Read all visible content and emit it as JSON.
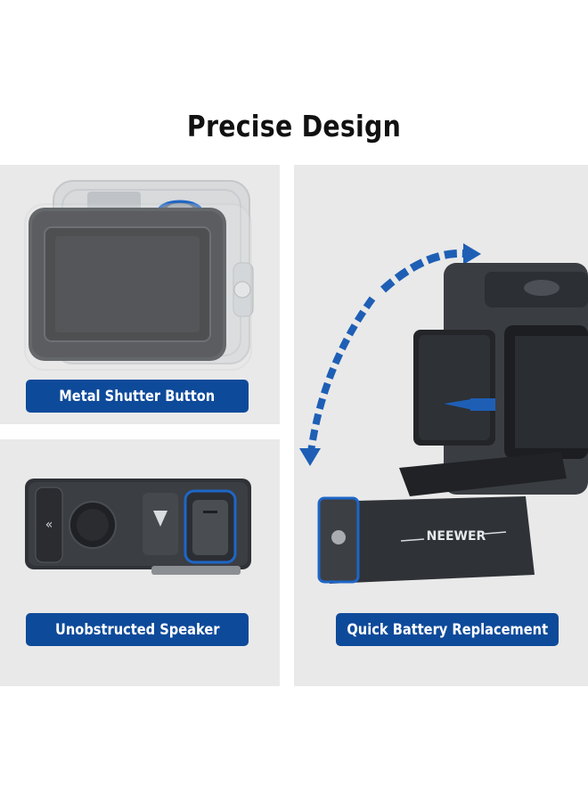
{
  "title": "Precise Design",
  "features": [
    {
      "label": "Metal Shutter Button"
    },
    {
      "label": "Unobstructed Speaker"
    },
    {
      "label": "Quick Battery Replacement"
    }
  ],
  "brand_logo": "NEEWER",
  "colors": {
    "accent_blue": "#0e4a9a",
    "panel_bg": "#e9e9e9",
    "title": "#111111"
  }
}
